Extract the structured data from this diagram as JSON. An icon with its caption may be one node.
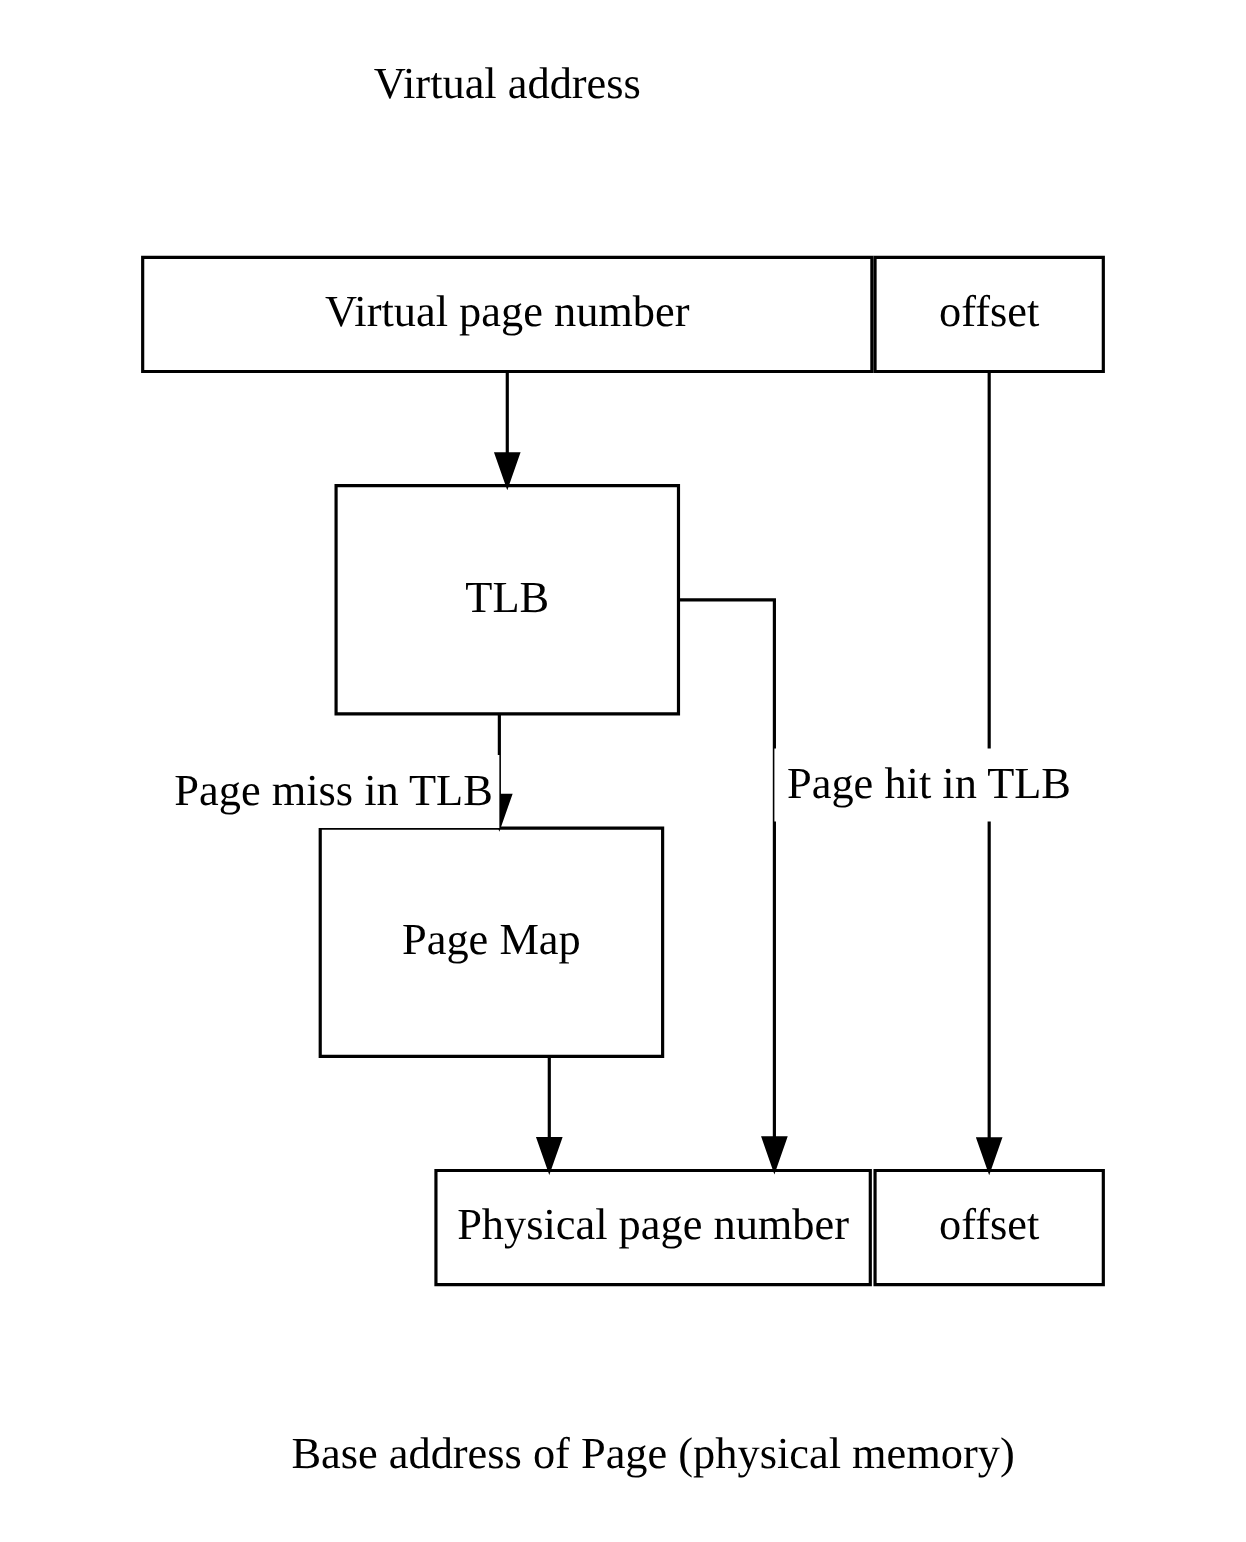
{
  "diagram": {
    "nodes": [
      {
        "text": [
          "Virtual page number"
        ]
      },
      {
        "text": [
          "offset"
        ]
      },
      {
        "text": [
          "TLB"
        ]
      },
      {
        "text": [
          "Page Map"
        ]
      },
      {
        "text": [
          "Physical page number"
        ]
      },
      {
        "text": [
          "offset"
        ]
      }
    ],
    "edges": [
      {
        "from": 0,
        "to": 2,
        "arrow": "to"
      },
      {
        "from": 2,
        "to": 4,
        "arrow": "to",
        "label": "Page hit in TLB"
      },
      {
        "from": 2,
        "to": 3,
        "arrow": "to",
        "label": "Page miss in TLB"
      },
      {
        "from": 3,
        "to": 4,
        "arrow": "to"
      },
      {
        "from": 1,
        "to": 5,
        "arrow": "to"
      }
    ],
    "labels": [
      "Virtual address",
      "Base address of Page (physical memory)"
    ]
  }
}
